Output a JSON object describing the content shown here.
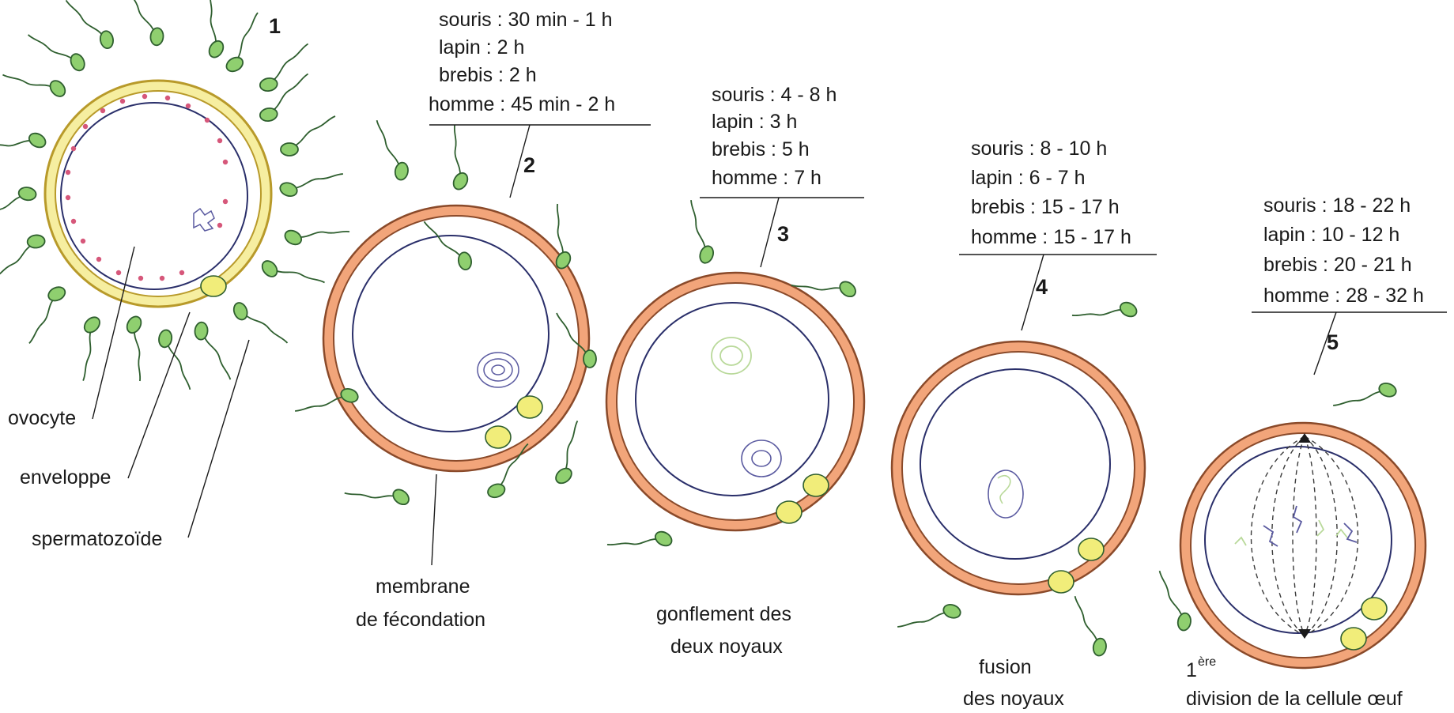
{
  "stages": [
    {
      "number": "1",
      "timings": [],
      "caption": [],
      "labels": [
        "ovocyte",
        "enveloppe",
        "spermatozoïde"
      ]
    },
    {
      "number": "2",
      "timings": [
        "souris : 30 min - 1 h",
        "lapin : 2 h",
        "brebis : 2 h",
        "homme : 45 min - 2 h"
      ],
      "caption": [
        "membrane",
        "de fécondation"
      ],
      "labels": []
    },
    {
      "number": "3",
      "timings": [
        "souris : 4 - 8 h",
        "lapin : 3 h",
        "brebis : 5 h",
        "homme : 7 h"
      ],
      "caption": [
        "gonflement des",
        "deux noyaux"
      ],
      "labels": []
    },
    {
      "number": "4",
      "timings": [
        "souris : 8 - 10 h",
        "lapin : 6 - 7 h",
        "brebis : 15 - 17 h",
        "homme : 15 - 17 h"
      ],
      "caption": [
        "fusion",
        "des noyaux"
      ],
      "labels": []
    },
    {
      "number": "5",
      "timings": [
        "souris : 18 - 22 h",
        "lapin : 10 - 12 h",
        "brebis : 20 - 21 h",
        "homme : 28 - 32 h"
      ],
      "caption": [
        "division de la cellule œuf"
      ],
      "caption_prefix": "1",
      "caption_sup": "ère",
      "labels": []
    }
  ],
  "colors": {
    "envelope_stage1": "#f6eea0",
    "envelope_stage1_stroke": "#b89a2a",
    "fertilization_membrane": "#f2a57a",
    "fertilization_membrane_stroke": "#8a4a2a",
    "membrane_line": "#2a2f6a",
    "sperm_head": "#8fcf6f",
    "sperm_stroke": "#2f5f2f",
    "polar_body": "#f1ed7a",
    "cortical_granule": "#d6577a",
    "nucleus_male_female": "#5a5aa0",
    "swollen_nucleus": "#b9d99a",
    "spindle": "#3a3a3a",
    "text": "#1a1a1a"
  }
}
